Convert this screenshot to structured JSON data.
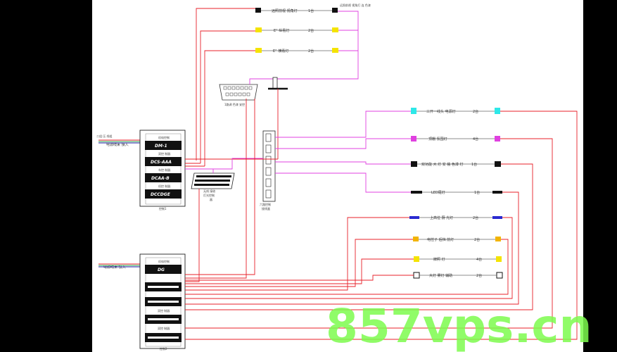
{
  "diagram": {
    "top_lamps": [
      {
        "label": "远照前视 视角灯",
        "qty": "1台"
      },
      {
        "label": "E“ 纵看灯",
        "qty": "2台"
      },
      {
        "label": "E“ 横看灯",
        "qty": "2台"
      }
    ],
    "top_right_note": "远照前视 视角灯 连 色漆",
    "connector_label": "1路调 色漆 安控",
    "left_inputs": [
      {
        "line1": "二组 压 线组",
        "line2": "电源线束 接入"
      },
      {
        "line1": "",
        "line2": "电源线束 接入"
      }
    ],
    "box1": {
      "slots": [
        "DM-1",
        "DCS-AAA",
        "DCAA-B",
        "DCCDGE"
      ],
      "small_labels": [
        "机电控制",
        "双控 制器",
        "车控 制器",
        "机控 制器"
      ],
      "caption": "控制1"
    },
    "box2": {
      "slots": [
        "DG",
        "",
        "",
        "",
        ""
      ],
      "small_labels": [
        "机电控制",
        "双控 制器",
        "双控 制器"
      ],
      "caption": "控制2"
    },
    "mid_controller": {
      "label1": "无线 接收",
      "label2": "灯光控制",
      "label3": "器"
    },
    "vert_strip_label": {
      "line1": "六路控制",
      "line2": "接线盒"
    },
    "right_lamps": [
      {
        "label": "三开一线头 电源灯",
        "qty": "2台"
      },
      {
        "label": "顶棚 氛围灯",
        "qty": "4台"
      },
      {
        "label": "双功能 大 灯 安 装 色漆 灯",
        "qty": "1台"
      },
      {
        "label": "LED尾灯",
        "qty": "1台"
      },
      {
        "label": "上高位 厨 光灯",
        "qty": "2台"
      },
      {
        "label": "电控子 后挡 前灯",
        "qty": "2台"
      },
      {
        "label": "牌照 灯",
        "qty": "4台"
      },
      {
        "label": "大灯 雾灯 辅助",
        "qty": "2台"
      }
    ],
    "watermark": "857vps.cn"
  }
}
